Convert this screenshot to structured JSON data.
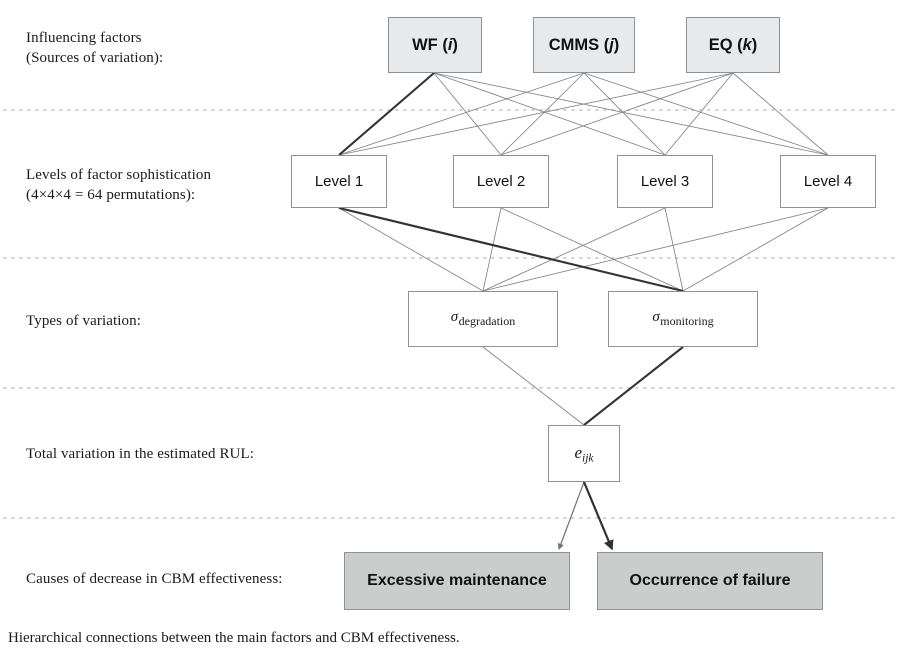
{
  "figure": {
    "caption": "Hierarchical connections between the main factors and CBM effectiveness.",
    "colors": {
      "factor_fill": "#e7eaec",
      "cause_fill": "#c9cdcc",
      "box_stroke": "#8e9295",
      "line": "#808487",
      "highlight_line": "#333333",
      "divider": "#b9bcbe"
    }
  },
  "rows": [
    {
      "label": "Influencing factors\n(Sources of variation):",
      "nodes": [
        {
          "text": "WF (i)",
          "base": "WF (",
          "italic": "i",
          "tail": ")"
        },
        {
          "text": "CMMS (j)",
          "base": "CMMS (",
          "italic": "j",
          "tail": ")"
        },
        {
          "text": "EQ (k)",
          "base": "EQ (",
          "italic": "k",
          "tail": ")"
        }
      ]
    },
    {
      "label": "Levels of factor sophistication\n(4×4×4 = 64 permutations):",
      "nodes": [
        {
          "text": "Level 1"
        },
        {
          "text": "Level 2"
        },
        {
          "text": "Level 3"
        },
        {
          "text": "Level 4"
        }
      ]
    },
    {
      "label": "Types of variation:",
      "nodes": [
        {
          "symbol": "σ",
          "subscript": "degradation"
        },
        {
          "symbol": "σ",
          "subscript": "monitoring"
        }
      ]
    },
    {
      "label": "Total variation in the estimated RUL:",
      "nodes": [
        {
          "symbol": "e",
          "subscript": "ijk"
        }
      ]
    },
    {
      "label": "Causes of decrease in CBM effectiveness:",
      "nodes": [
        {
          "text": "Excessive maintenance"
        },
        {
          "text": "Occurrence of failure"
        }
      ]
    }
  ]
}
